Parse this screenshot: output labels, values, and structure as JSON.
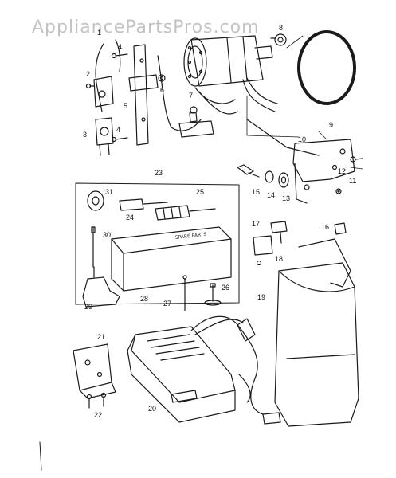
{
  "watermark": "AppliancePartsPros.com",
  "box_label": "SPARE PARTS",
  "callouts": [
    "1",
    "2",
    "3",
    "4",
    "4",
    "5",
    "6",
    "7",
    "8",
    "9",
    "10",
    "11",
    "12",
    "13",
    "14",
    "15",
    "16",
    "17",
    "18",
    "19",
    "20",
    "21",
    "22",
    "23",
    "24",
    "25",
    "26",
    "27",
    "28",
    "29",
    "30",
    "31"
  ],
  "colors": {
    "ink": "#1a1a1a",
    "watermark": "#b9b9b9",
    "paper": "#ffffff"
  }
}
